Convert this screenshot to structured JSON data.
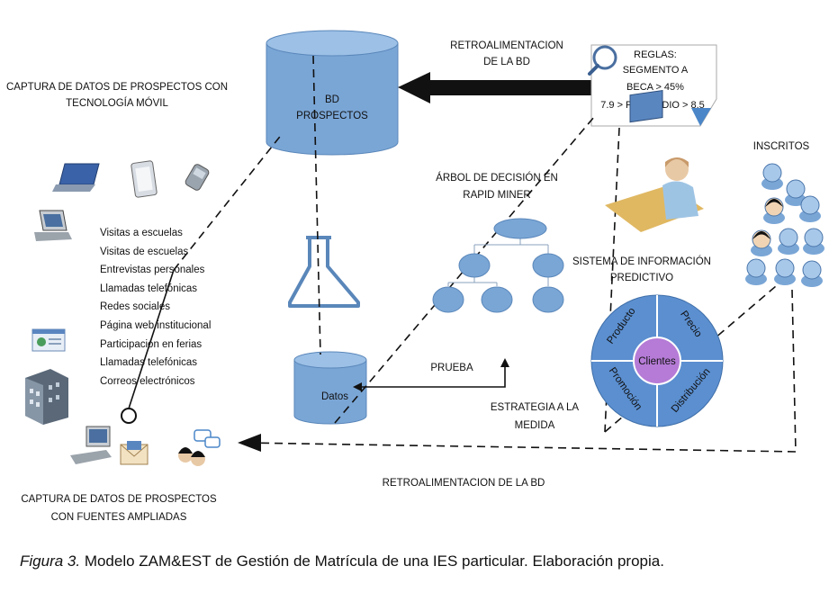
{
  "labels": {
    "retro_top": [
      "RETROALIMENTACION",
      "DE LA BD"
    ],
    "bd": [
      "BD",
      "PROSPECTOS"
    ],
    "captura_movil": [
      "CAPTURA DE DATOS DE PROSPECTOS CON",
      "TECNOLOGÍA MÓVIL"
    ],
    "arbol": [
      "ÁRBOL DE DECISIÓN EN",
      "RAPID MINER"
    ],
    "inscritos": "INSCRITOS",
    "sistema": [
      "SISTEMA DE INFORMACIÓN",
      "PREDICTIVO"
    ],
    "prueba": "PRUEBA",
    "datos": "Datos",
    "estrategia": [
      "ESTRATEGIA A LA",
      "MEDIDA"
    ],
    "retro_bottom": "RETROALIMENTACION DE LA BD",
    "captura_fuentes": [
      "CAPTURA DE DATOS DE PROSPECTOS",
      "CON FUENTES AMPLIADAS"
    ]
  },
  "reglas": [
    "REGLAS:",
    "SEGMENTO A",
    "BECA > 45%",
    "7.9 > PROMEDIO > 8.5"
  ],
  "canales": [
    "Visitas a escuelas",
    "Visitas de escuelas",
    "Entrevistas personales",
    "Llamadas telefónicas",
    "Redes sociales",
    "Página web institucional",
    "Participación en ferias",
    "Llamadas telefónicas",
    "Correos electrónicos"
  ],
  "marketing_wheel": {
    "center": "Clientes",
    "segments": [
      "Producto",
      "Precio",
      "Promoción",
      "Distribución"
    ]
  },
  "caption": {
    "figure": "Figura 3.",
    "text": " Modelo ZAM&EST de Gestión de Matrícula de una IES particular. Elaboración propia."
  },
  "colors": {
    "node_blue": "#7aa6d6",
    "node_stroke": "#5a87ba",
    "line": "#111111"
  }
}
